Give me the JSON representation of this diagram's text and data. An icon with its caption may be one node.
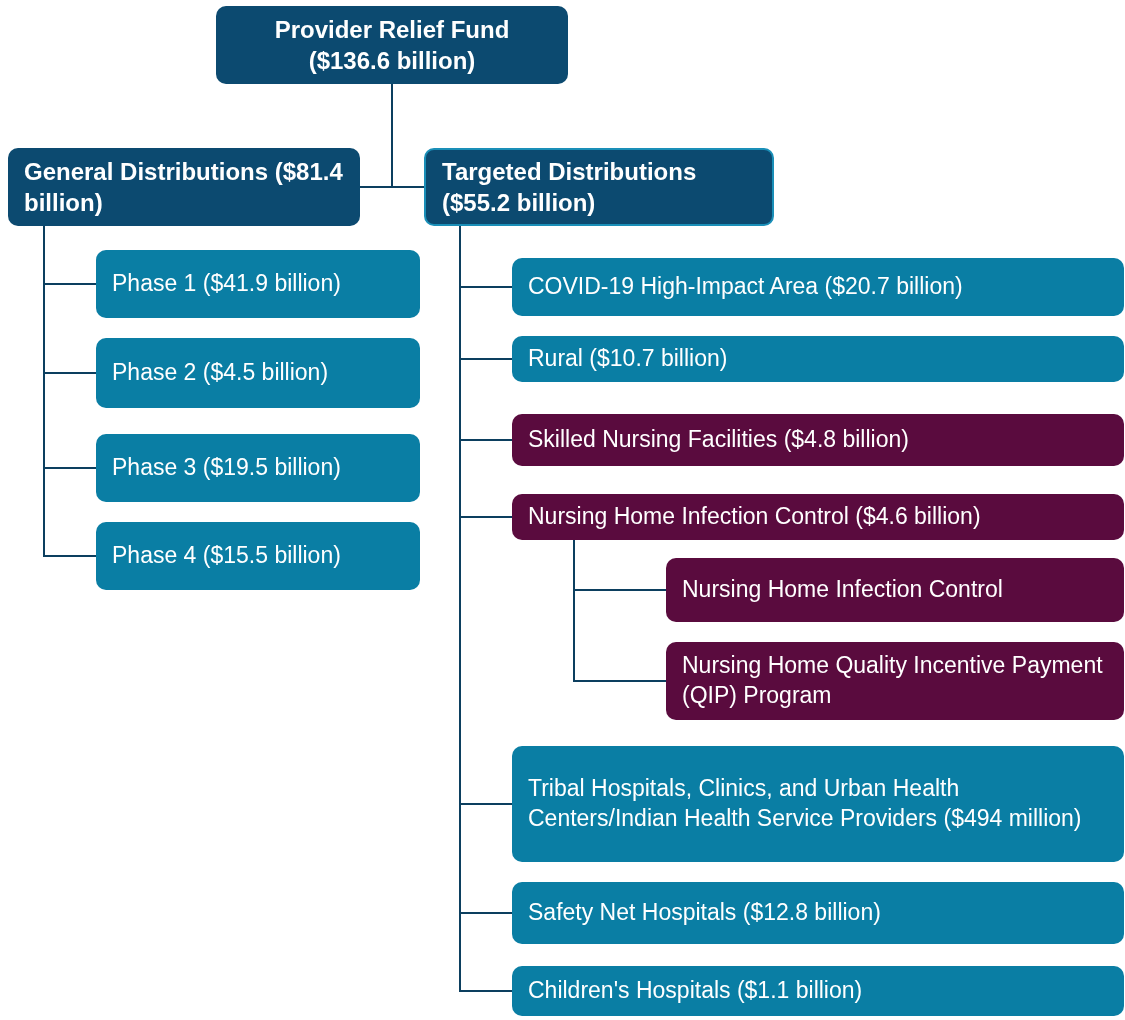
{
  "diagram": {
    "nodes": [
      {
        "text": [
          "Provider Relief Fund ($136.6 billion)"
        ]
      },
      {
        "text": [
          "General Distributions ($81.4 billion)"
        ]
      },
      {
        "text": [
          "Targeted Distributions ($55.2 billion)"
        ]
      },
      {
        "text": [
          "Phase 1 ($41.9 billion)"
        ]
      },
      {
        "text": [
          "Phase 2 ($4.5 billion)"
        ]
      },
      {
        "text": [
          "Phase 3 ($19.5 billion)"
        ]
      },
      {
        "text": [
          "Phase 4 ($15.5 billion)"
        ]
      },
      {
        "text": [
          "COVID-19 High-Impact Area ($20.7 billion)"
        ]
      },
      {
        "text": [
          "Rural ($10.7 billion)"
        ]
      },
      {
        "text": [
          "Skilled Nursing Facilities ($4.8 billion)"
        ]
      },
      {
        "text": [
          "Nursing Home Infection Control ($4.6 billion)"
        ]
      },
      {
        "text": [
          "Nursing Home Infection Control"
        ]
      },
      {
        "text": [
          "Nursing Home Quality Incentive Payment (QIP) Program"
        ]
      },
      {
        "text": [
          "Tribal Hospitals, Clinics, and Urban Health Centers/Indian Health Service Providers ($494 million)"
        ]
      },
      {
        "text": [
          "Safety Net Hospitals ($12.8 billion)"
        ]
      },
      {
        "text": [
          "Children's Hospitals ($1.1 billion)"
        ]
      }
    ],
    "edges": [
      {
        "from": 0,
        "to": 1,
        "arrow": "none"
      },
      {
        "from": 0,
        "to": 2,
        "arrow": "none"
      },
      {
        "from": 1,
        "to": 3,
        "arrow": "none"
      },
      {
        "from": 1,
        "to": 4,
        "arrow": "none"
      },
      {
        "from": 1,
        "to": 5,
        "arrow": "none"
      },
      {
        "from": 1,
        "to": 6,
        "arrow": "none"
      },
      {
        "from": 2,
        "to": 7,
        "arrow": "none"
      },
      {
        "from": 2,
        "to": 8,
        "arrow": "none"
      },
      {
        "from": 2,
        "to": 9,
        "arrow": "none"
      },
      {
        "from": 2,
        "to": 10,
        "arrow": "none"
      },
      {
        "from": 10,
        "to": 11,
        "arrow": "none"
      },
      {
        "from": 10,
        "to": 12,
        "arrow": "none"
      },
      {
        "from": 2,
        "to": 13,
        "arrow": "none"
      },
      {
        "from": 2,
        "to": 14,
        "arrow": "none"
      },
      {
        "from": 2,
        "to": 15,
        "arrow": "none"
      }
    ]
  }
}
